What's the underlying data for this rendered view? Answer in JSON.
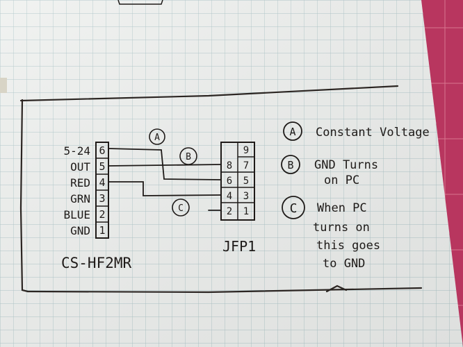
{
  "connector_left": {
    "title": "CS-HF2MR",
    "pins": [
      {
        "label": "5-24",
        "num": "6"
      },
      {
        "label": "OUT",
        "num": "5"
      },
      {
        "label": "RED",
        "num": "4"
      },
      {
        "label": "GRN",
        "num": "3"
      },
      {
        "label": "BLUE",
        "num": "2"
      },
      {
        "label": "GND",
        "num": "1"
      }
    ]
  },
  "connector_right": {
    "title": "JFP1",
    "pins": [
      "9",
      "8",
      "7",
      "6",
      "5",
      "4",
      "3",
      "2",
      "1"
    ]
  },
  "wire_markers": {
    "a": "A",
    "b": "B",
    "c": "C"
  },
  "legend": [
    {
      "key": "A",
      "lines": [
        "Constant Voltage"
      ]
    },
    {
      "key": "B",
      "lines": [
        "GND Turns",
        "on PC"
      ]
    },
    {
      "key": "C",
      "lines": [
        "When PC",
        "turns on",
        "this goes",
        "to GND"
      ]
    }
  ],
  "colors": {
    "paper": "#eef0ee",
    "grid": "#a9c2c6",
    "ink": "#1e1a18",
    "mat": "#b8365f"
  }
}
